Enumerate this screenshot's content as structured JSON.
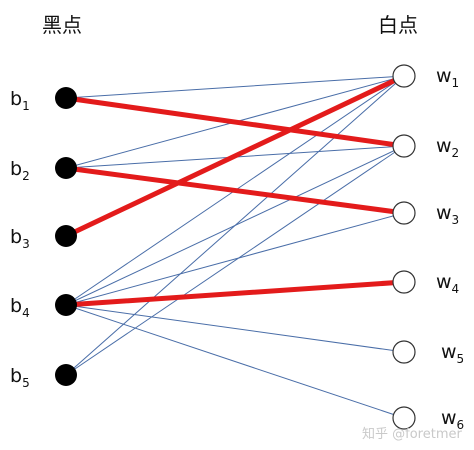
{
  "headings": {
    "black": "黑点",
    "white": "白点"
  },
  "black_nodes": [
    {
      "id": "b1",
      "letter": "b",
      "sub": "1"
    },
    {
      "id": "b2",
      "letter": "b",
      "sub": "2"
    },
    {
      "id": "b3",
      "letter": "b",
      "sub": "3"
    },
    {
      "id": "b4",
      "letter": "b",
      "sub": "4"
    },
    {
      "id": "b5",
      "letter": "b",
      "sub": "5"
    }
  ],
  "white_nodes": [
    {
      "id": "w1",
      "letter": "w",
      "sub": "1"
    },
    {
      "id": "w2",
      "letter": "w",
      "sub": "2"
    },
    {
      "id": "w3",
      "letter": "w",
      "sub": "3"
    },
    {
      "id": "w4",
      "letter": "w",
      "sub": "4"
    },
    {
      "id": "w5",
      "letter": "w",
      "sub": "5"
    },
    {
      "id": "w6",
      "letter": "w",
      "sub": "6"
    }
  ],
  "edges": [
    {
      "from": "b1",
      "to": "w1",
      "matched": false
    },
    {
      "from": "b1",
      "to": "w2",
      "matched": true
    },
    {
      "from": "b2",
      "to": "w1",
      "matched": false
    },
    {
      "from": "b2",
      "to": "w2",
      "matched": false
    },
    {
      "from": "b2",
      "to": "w3",
      "matched": true
    },
    {
      "from": "b3",
      "to": "w1",
      "matched": true
    },
    {
      "from": "b4",
      "to": "w1",
      "matched": false
    },
    {
      "from": "b4",
      "to": "w2",
      "matched": false
    },
    {
      "from": "b4",
      "to": "w3",
      "matched": false
    },
    {
      "from": "b4",
      "to": "w4",
      "matched": true
    },
    {
      "from": "b4",
      "to": "w5",
      "matched": false
    },
    {
      "from": "b4",
      "to": "w6",
      "matched": false
    },
    {
      "from": "b5",
      "to": "w1",
      "matched": false
    },
    {
      "from": "b5",
      "to": "w2",
      "matched": false
    }
  ],
  "watermark": "知乎 @foretmer",
  "colors": {
    "matched_edge": "#e31b1b",
    "plain_edge": "#4a6ea8",
    "black_node": "#000000",
    "white_node_fill": "#ffffff",
    "white_node_stroke": "#333333"
  }
}
